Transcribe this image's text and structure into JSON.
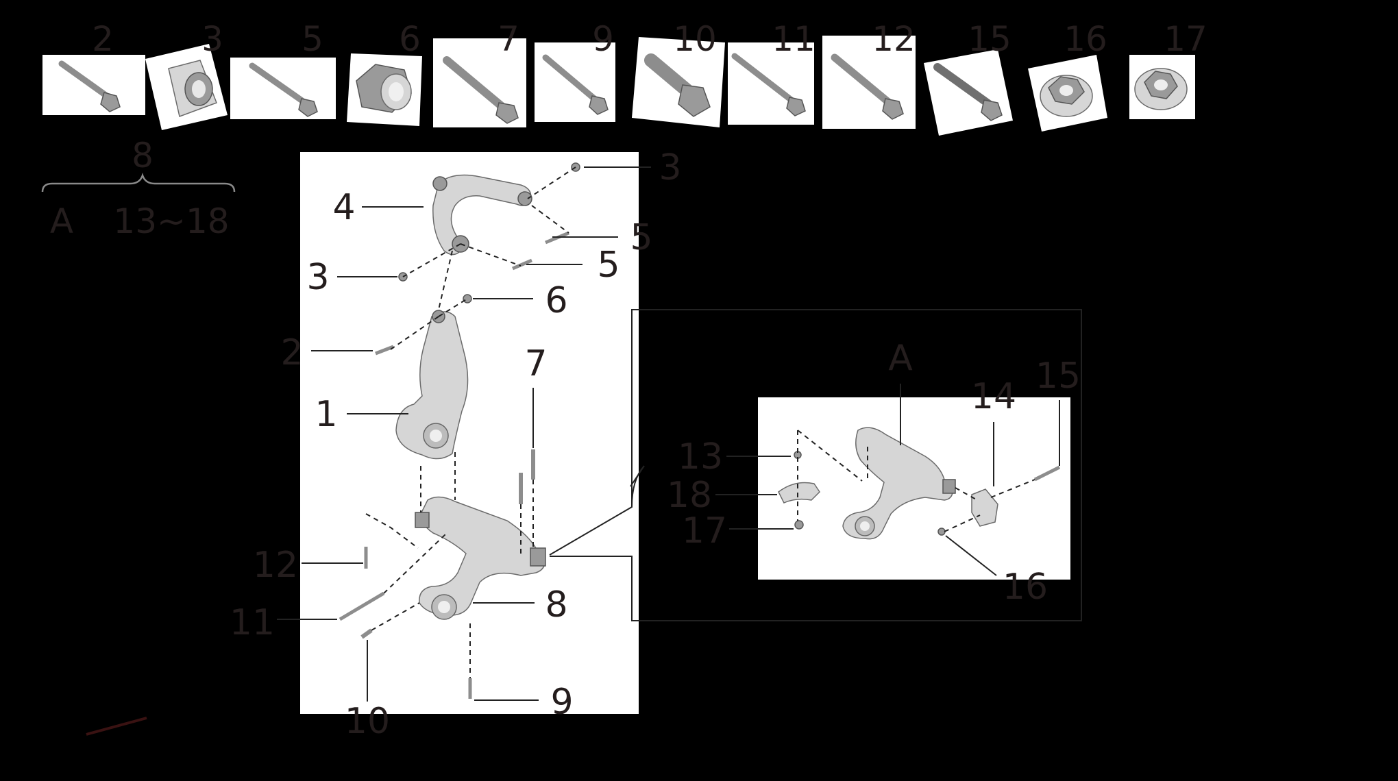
{
  "thumbnails": [
    {
      "label": "2",
      "icon": "bolt-icon"
    },
    {
      "label": "3",
      "icon": "washer-plate-icon"
    },
    {
      "label": "5",
      "icon": "bolt-icon"
    },
    {
      "label": "6",
      "icon": "nut-icon"
    },
    {
      "label": "7",
      "icon": "bolt-icon"
    },
    {
      "label": "9",
      "icon": "bolt-icon"
    },
    {
      "label": "10",
      "icon": "bolt-icon"
    },
    {
      "label": "11",
      "icon": "bolt-icon"
    },
    {
      "label": "12",
      "icon": "bolt-icon"
    },
    {
      "label": "15",
      "icon": "bolt-icon"
    },
    {
      "label": "16",
      "icon": "nut-icon"
    },
    {
      "label": "17",
      "icon": "nut-icon"
    }
  ],
  "group_note": {
    "number": "8",
    "left": "A",
    "right": "13~18"
  },
  "main_labels": {
    "l1": "1",
    "l2": "2",
    "l3a": "3",
    "l3b": "3",
    "l4": "4",
    "l5a": "5",
    "l5b": "5",
    "l6": "6",
    "l7": "7",
    "l8": "8",
    "l9": "9",
    "l10": "10",
    "l11": "11",
    "l12": "12"
  },
  "detail_labels": {
    "a": "A",
    "l13": "13",
    "l14": "14",
    "l15": "15",
    "l16": "16",
    "l17": "17",
    "l18": "18"
  },
  "colors": {
    "background": "#000000",
    "panel": "#ffffff",
    "label": "#241d1d"
  }
}
